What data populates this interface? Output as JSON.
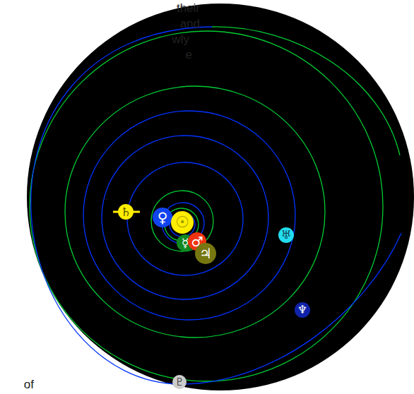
{
  "diagram": {
    "nodes": [
      {
        "text": [
          "♄"
        ]
      },
      {
        "text": [
          "♀"
        ]
      },
      {
        "text": [
          "☉"
        ]
      },
      {
        "text": [
          "☿"
        ]
      },
      {
        "text": [
          "♂"
        ]
      },
      {
        "text": [
          "♃"
        ]
      },
      {
        "text": [
          "♅"
        ]
      },
      {
        "text": [
          "♆"
        ]
      },
      {
        "text": [
          "♇"
        ]
      }
    ],
    "labels": [
      "their",
      "and",
      "wly",
      "e",
      "of"
    ]
  }
}
